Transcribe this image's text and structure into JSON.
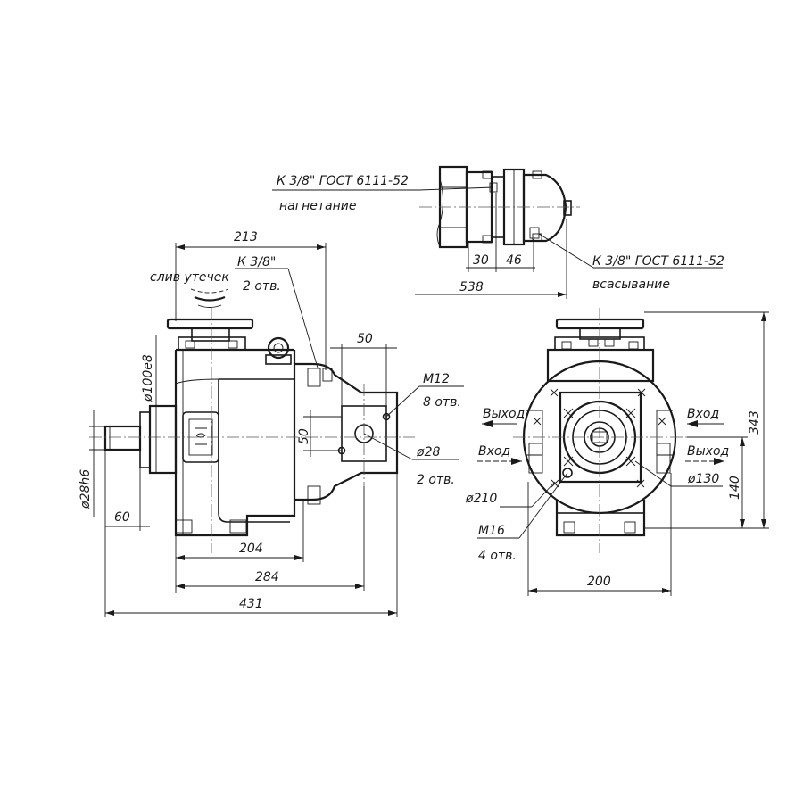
{
  "drawing": {
    "top_view": {
      "port_pressure_label": "К 3/8\" ГОСТ 6111-52",
      "port_pressure_note": "нагнетание",
      "port_suction_label": "К 3/8\" ГОСТ 6111-52",
      "port_suction_note": "всасывание",
      "dim_30": "30",
      "dim_46": "46",
      "dim_538": "538"
    },
    "side_view": {
      "dim_213": "213",
      "drain_label": "слив утечек",
      "k38_label": "К 3/8\"",
      "k38_count": "2 отв.",
      "dim_50_top": "50",
      "m12_label": "М12",
      "m12_count": "8 отв.",
      "dim_50_side": "50",
      "d28_label": "ø28",
      "d28_count": "2 отв.",
      "d100_label": "ø100е8",
      "d28h6_label": "ø28h6",
      "dim_60": "60",
      "dim_204": "204",
      "dim_284": "284",
      "dim_431": "431"
    },
    "front_view": {
      "out_left": "Выход",
      "in_left": "Вход",
      "in_right": "Вход",
      "out_right": "Выход",
      "d210_label": "ø210",
      "m16_label": "М16",
      "m16_count": "4 отв.",
      "d130_label": "ø130",
      "dim_343": "343",
      "dim_140": "140",
      "dim_200": "200"
    }
  }
}
